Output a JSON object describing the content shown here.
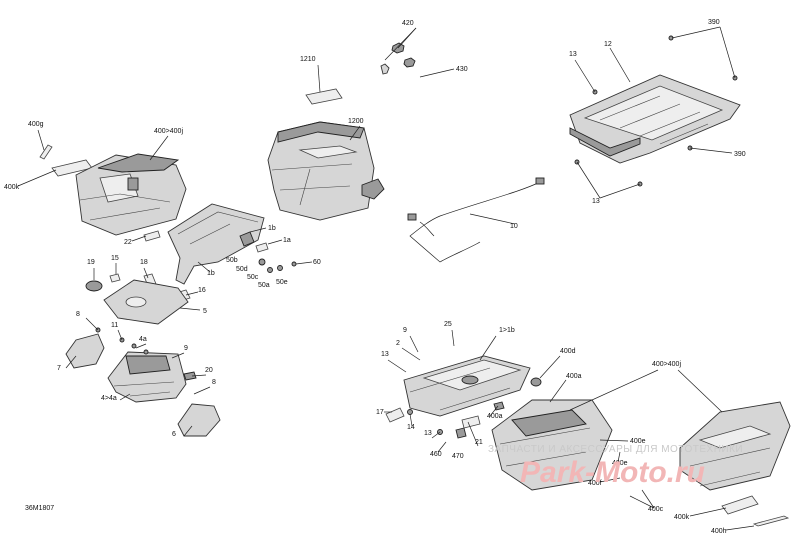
{
  "diagram_code": "36M1807",
  "watermark": {
    "line1": "ЗАПЧАСТИ И АКСЕССУАРЫ ДЛЯ МОТОТЕХНИКИ",
    "line2": "Park-Moto.ru"
  },
  "callouts": [
    "420",
    "430",
    "1210",
    "1200",
    "390",
    "12",
    "13",
    "390",
    "13",
    "400g",
    "400>400j",
    "400k",
    "22",
    "1b",
    "1a",
    "1b",
    "60",
    "50d",
    "50b",
    "50c",
    "50a",
    "50e",
    "10",
    "19",
    "15",
    "18",
    "16",
    "5",
    "8",
    "11",
    "4a",
    "9",
    "7",
    "20",
    "8",
    "4>4a",
    "6",
    "9",
    "25",
    "1>1b",
    "2",
    "13",
    "400d",
    "400a",
    "400>400j",
    "17",
    "14",
    "400a",
    "13",
    "21",
    "460",
    "470",
    "400e",
    "400e",
    "400f",
    "400c",
    "400k",
    "400h"
  ]
}
